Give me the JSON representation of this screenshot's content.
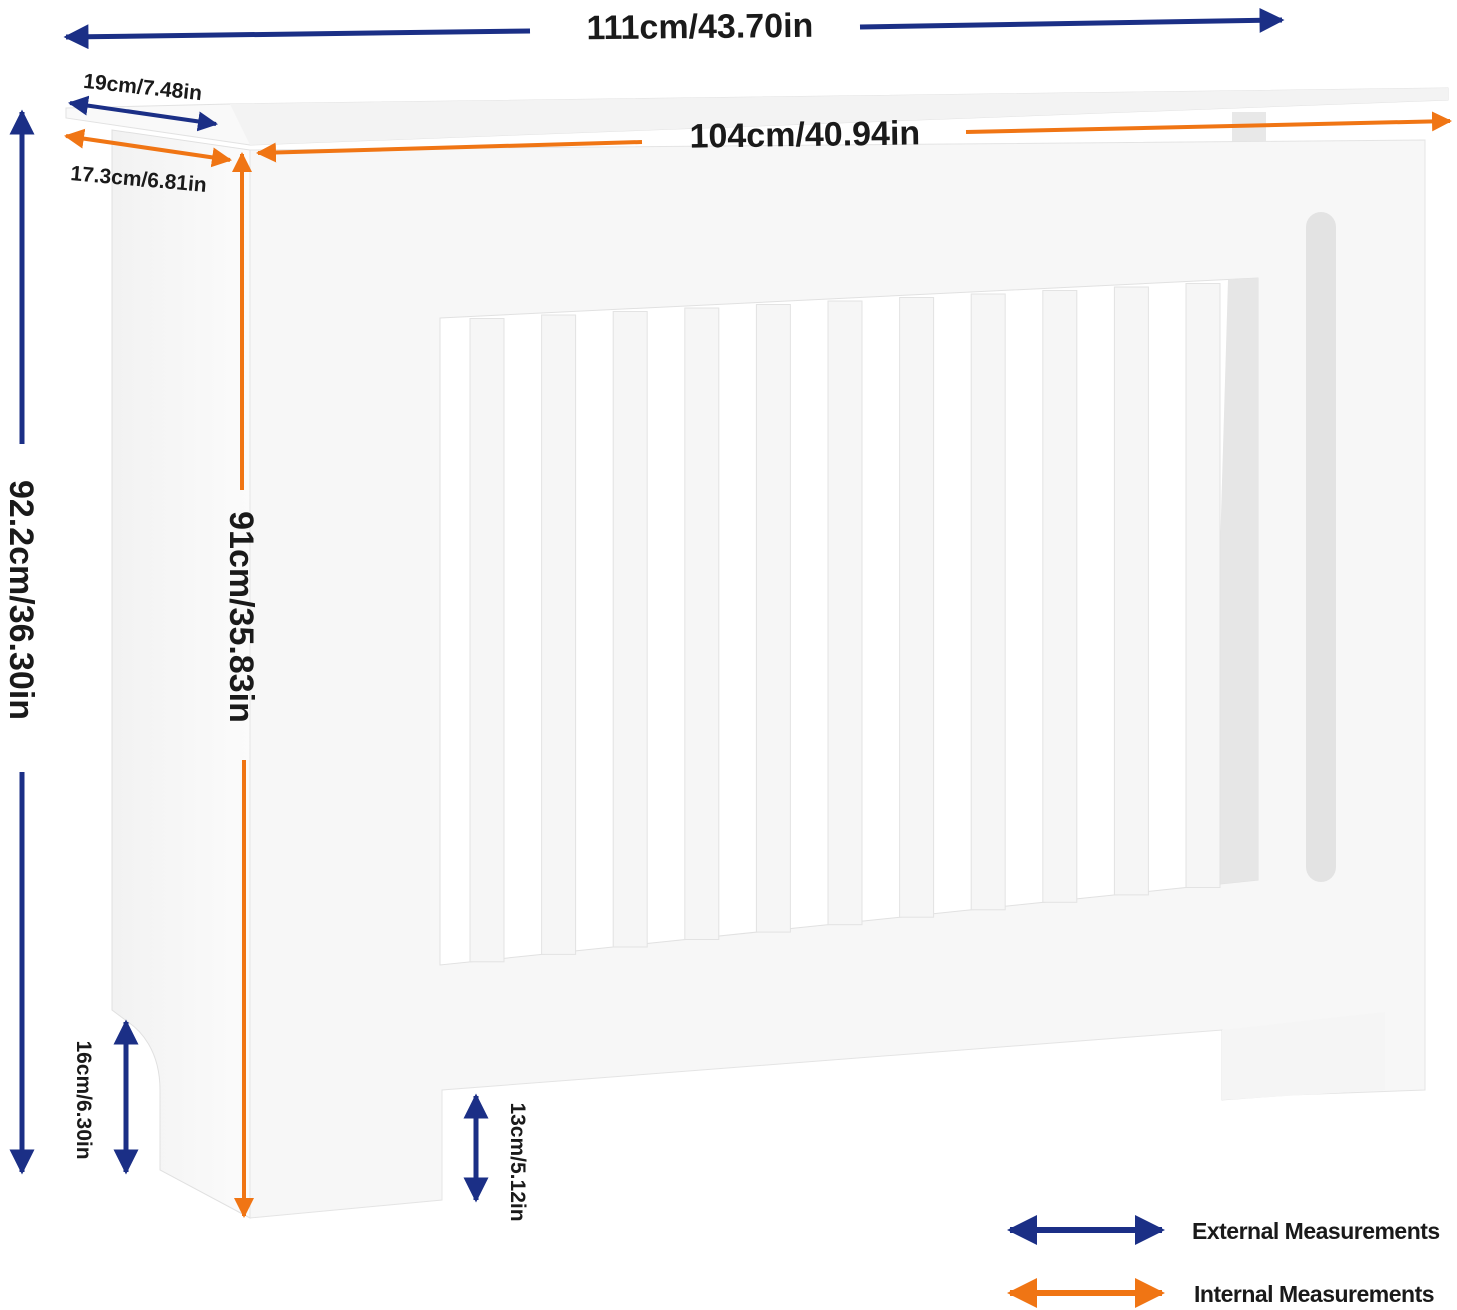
{
  "colors": {
    "external": "#1b2f86",
    "internal": "#f07514",
    "panel": "#f7f7f7",
    "panel_shade": "#ececec",
    "panel_dark": "#dadada",
    "text": "#1a1a1a"
  },
  "external_measurements": {
    "overall_width": "111cm/43.70in",
    "overall_height": "92.2cm/36.30in",
    "depth": "19cm/7.48in",
    "side_cutout_height": "16cm/6.30in"
  },
  "internal_measurements": {
    "inner_width": "104cm/40.94in",
    "inner_height": "91cm/35.83in",
    "inner_depth": "17.3cm/6.81in",
    "front_cutout_height": "13cm/5.12in"
  },
  "legend": {
    "external_label": "External Measurements",
    "internal_label": "Internal Measurements"
  },
  "product": {
    "slat_count": 11,
    "arrow_icon_external": "double-arrow-icon",
    "arrow_icon_internal": "double-arrow-icon"
  }
}
